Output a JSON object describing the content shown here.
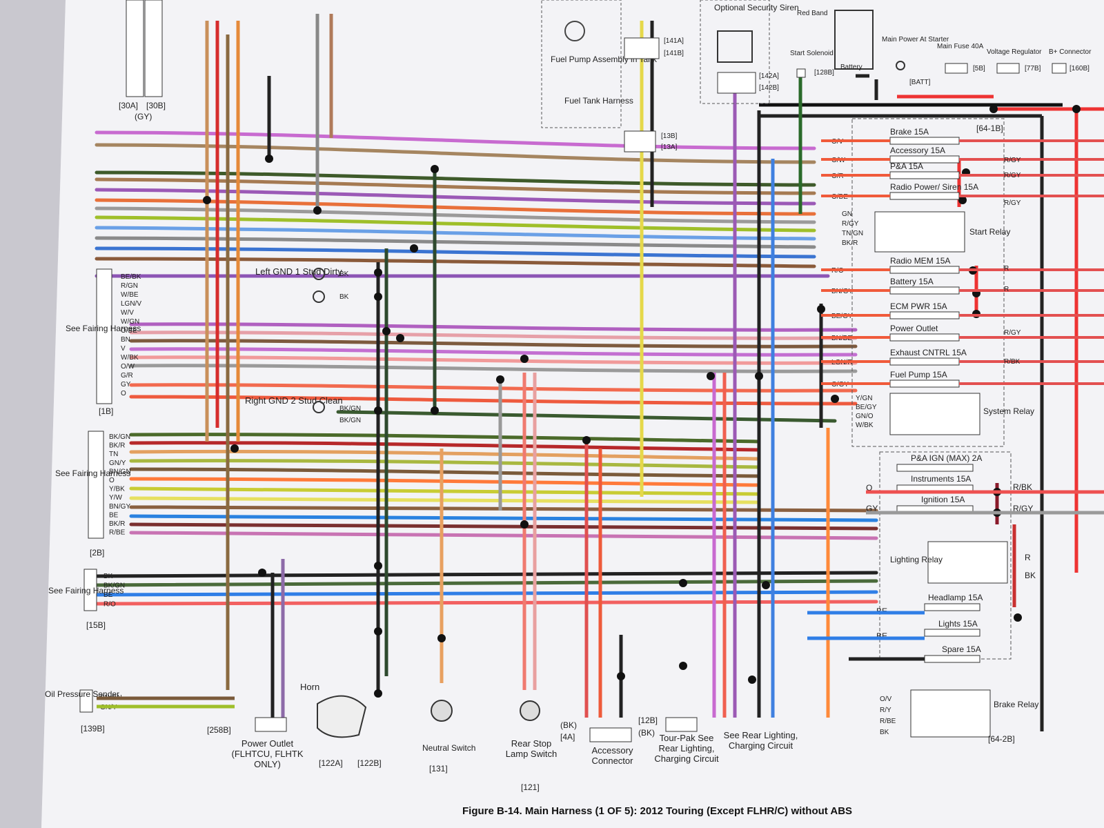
{
  "caption": "Figure B-14. Main Harness (1 OF 5): 2012 Touring (Except FLHR/C) without ABS",
  "top": {
    "connector_30": {
      "a": "[30A]",
      "b": "[30B]",
      "color": "(GY)"
    },
    "fuel_pump": "Fuel Pump Assembly in Tank",
    "fuel_tank_harness": "Fuel Tank Harness",
    "c141a": "[141A]",
    "c141b": "[141B]",
    "c13b": "[13B]",
    "c13a": "[13A]",
    "siren": "Optional Security Siren",
    "c142a": "[142A]",
    "c142b": "[142B]",
    "start_solenoid": "Start Solenoid",
    "c128b": "[128B]",
    "red_band": "Red Band",
    "battery": "Battery",
    "main_power": "Main Power At Starter",
    "batt": "[BATT]",
    "main_fuse": "Main Fuse 40A",
    "c5b": "[5B]",
    "voltage_regulator": "Voltage Regulator",
    "c77b": "[77B]",
    "b_plus": "B+ Connector",
    "c160b": "[160B]"
  },
  "left": {
    "wire_1b": [
      "BE/BK",
      "R/GN",
      "W/BE",
      "LGN/V",
      "W/V",
      "W/GN",
      "O/BE",
      "BN",
      "V",
      "W/BK",
      "O/W",
      "G/R",
      "GY",
      "O"
    ],
    "see_fairing_1": "See Fairing Harness",
    "c1b": "[1B]",
    "left_gnd": "Left GND 1 Stud Dirty",
    "right_gnd": "Right GND 2 Stud Clean",
    "gnd_wires": [
      "BK",
      "BK",
      "BK/GN",
      "BK/GN"
    ],
    "wire_2b": [
      "BK/GN",
      "BK/R",
      "TN",
      "GN/Y",
      "BN/GN",
      "O",
      "Y/BK",
      "Y/W",
      "BN/GY",
      "BE",
      "BK/R",
      "R/BE"
    ],
    "see_fairing_2": "See Fairing Harness",
    "c2b": "[2B]",
    "wire_15b": [
      "BK",
      "BK/GN",
      "BE",
      "R/O"
    ],
    "see_fairing_3": "See Fairing Harness",
    "c15b": "[15B]",
    "oil_sender": "Oil Pressure Sender",
    "oil_wires": [
      "BN/GN",
      "GN/Y"
    ],
    "c139b": "[139B]"
  },
  "bottom": {
    "power_outlet": "Power Outlet (FLHTCU, FLHTK ONLY)",
    "c258b": "[258B]",
    "horn": "Horn",
    "c122a": "[122A]",
    "c122b": "[122B]",
    "neutral_switch": "Neutral Switch",
    "c131": "[131]",
    "rear_stop": "Rear Stop Lamp Switch",
    "c121": "[121]",
    "accessory": "Accessory Connector",
    "c4a": "[4A]",
    "bk1": "(BK)",
    "tourpak": "Tour-Pak See Rear Lighting, Charging Circuit",
    "c12b": "[12B]",
    "bk2": "(BK)",
    "see_rear": "See Rear Lighting, Charging Circuit"
  },
  "fuse_block": {
    "top_ref": "[64-1B]",
    "fuses": [
      {
        "name": "Brake 15A",
        "wire": "O/V"
      },
      {
        "name": "Accessory 15A",
        "wire": "O/W"
      },
      {
        "name": "P&A 15A",
        "wire": "O/R"
      },
      {
        "name": "Radio Power/ Siren 15A",
        "wire": "O/BE"
      },
      {
        "name": "Radio MEM 15A",
        "wire": "R/O"
      },
      {
        "name": "Battery 15A",
        "wire": "BN/GY"
      },
      {
        "name": "ECM PWR 15A",
        "wire": "BE/GY"
      },
      {
        "name": "Power Outlet",
        "wire": "BN/BE"
      },
      {
        "name": "Exhaust CNTRL 15A",
        "wire": "LGN/R"
      },
      {
        "name": "Fuel Pump 15A",
        "wire": "O/GY"
      }
    ],
    "right_labels": [
      "R/GY",
      "R/GY",
      "R/GY",
      "R",
      "R",
      "R/GY",
      "R/BK"
    ],
    "start_relay": "Start Relay",
    "start_relay_wires": [
      "GN",
      "R/GY",
      "TN/GN",
      "BK/R"
    ],
    "system_relay": "System Relay",
    "system_relay_wires": [
      "Y/GN",
      "BE/GY",
      "GN/O",
      "W/BK"
    ],
    "pa_ign": "P&A IGN (MAX) 2A",
    "instruments": "Instruments 15A",
    "instr_wire": "O",
    "ignition": "Ignition 15A",
    "ign_wire": "GY",
    "lighting_relay": "Lighting Relay",
    "headlamp": "Headlamp 15A",
    "lights": "Lights 15A",
    "spare": "Spare 15A",
    "blue_wire": "BE",
    "brake_relay": "Brake Relay",
    "brake_wires": [
      "O/V",
      "R/Y",
      "R/BE",
      "BK"
    ],
    "bottom_ref": "[64-2B]",
    "rbk": "R/BK",
    "rgy": "R/GY",
    "r": "R",
    "bk": "BK"
  }
}
